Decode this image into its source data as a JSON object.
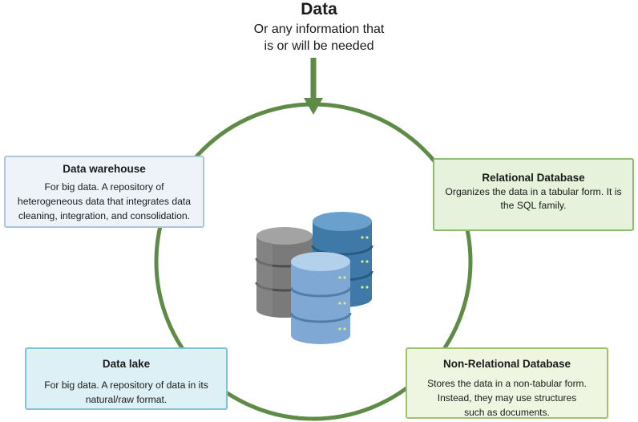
{
  "header": {
    "title": "Data",
    "subtitle_lines": [
      "Or any information that",
      "is or will be needed"
    ]
  },
  "boxes": {
    "warehouse": {
      "title": "Data warehouse",
      "lines": [
        "For big data.  A repository of",
        "heterogeneous data that integrates data",
        "cleaning, integration, and consolidation."
      ]
    },
    "relational": {
      "title": "Relational Database",
      "lines": [
        "Organizes the data in a tabular form. It is",
        "the SQL family."
      ]
    },
    "lake": {
      "title": "Data lake",
      "lines": [
        "For big data.  A repository of data in its",
        "natural/raw format."
      ]
    },
    "nonrelational": {
      "title": "Non-Relational Database",
      "lines": [
        "Stores the data in a non-tabular form.",
        "Instead, they may use structures",
        "such as documents."
      ]
    }
  },
  "icons": [
    "database-stack-icon"
  ],
  "colors": {
    "accent_green": "#5e8c46",
    "warehouse_fill": "#eef3fa",
    "relational_fill": "#e6f2dc",
    "lake_fill": "#ddf0f5",
    "nonrelational_fill": "#eef5e0"
  }
}
